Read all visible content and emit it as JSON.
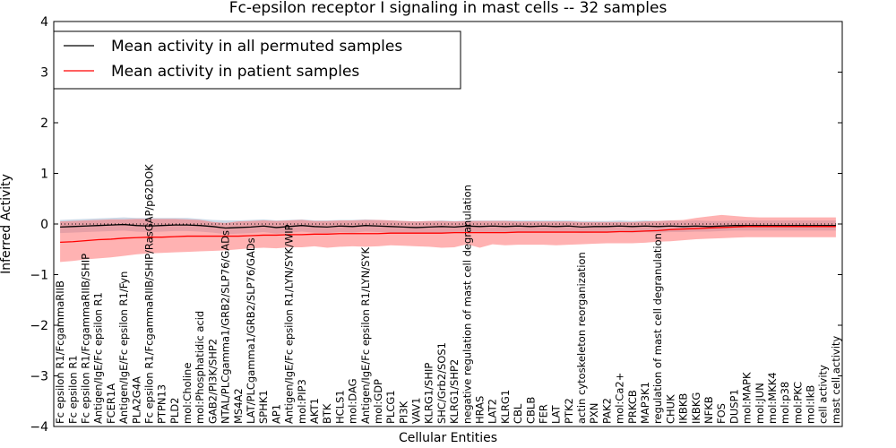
{
  "chart_data": {
    "type": "line",
    "title": "Fc-epsilon receptor I signaling in mast cells -- 32 samples",
    "xlabel": "Cellular Entities",
    "ylabel": "Inferred Activity",
    "ylim": [
      -4,
      4
    ],
    "yticks": [
      -4,
      -3,
      -2,
      -1,
      0,
      1,
      2,
      3,
      4
    ],
    "ytick_labels": [
      "−4",
      "−3",
      "−2",
      "−1",
      "0",
      "1",
      "2",
      "3",
      "4"
    ],
    "grid": false,
    "legend_position": "top-left",
    "reference_line": 0,
    "categories": [
      "Fc epsilon R1/FcgammaRIIB",
      "Fc epsilon R1",
      "Fc epsilon R1/FcgammaRIIB/SHIP",
      "Antigen/IgE/Fc epsilon R1",
      "FCER1A",
      "Antigen/IgE/Fc epsilon R1/Fyn",
      "PLA2G4A",
      "Fc epsilon R1/FcgammaRIIB/SHIP/RasGAP/p62DOK",
      "PTPN13",
      "PLD2",
      "mol:Choline",
      "mol:Phosphatidic acid",
      "GAB2/PI3K/SHP2",
      "NTAL/PLCgamma1/GRB2/SLP76/GADs",
      "MS4A2",
      "LAT/PLCgamma1/GRB2/SLP76/GADs",
      "SPHK1",
      "AP1",
      "Antigen/IgE/Fc epsilon R1/LYN/SYK/WIP",
      "mol:PIP3",
      "AKT1",
      "BTK",
      "HCLS1",
      "mol:DAG",
      "Antigen/IgE/Fc epsilon R1/LYN/SYK",
      "mol:GDP",
      "PLCG1",
      "PI3K",
      "VAV1",
      "KLRG1/SHIP",
      "SHC/Grb2/SOS1",
      "KLRG1/SHP2",
      "negative regulation of mast cell degranulation",
      "HRAS",
      "LAT2",
      "KLRG1",
      "CBL",
      "CBLB",
      "FER",
      "LAT",
      "PTK2",
      "actin cytoskeleton reorganization",
      "PXN",
      "PAK2",
      "mol:Ca2+",
      "PRKCB",
      "MAP3K1",
      "regulation of mast cell degranulation",
      "CHUK",
      "IKBKB",
      "IKBKG",
      "NFKB",
      "FOS",
      "DUSP1",
      "mol:MAPK",
      "mol:JUN",
      "mol:MKK4",
      "mol:p38",
      "mol:PKC",
      "mol:IkB",
      "cell activity",
      "mast cell activity"
    ],
    "series": [
      {
        "name": "Mean activity in all permuted samples",
        "color": "#000000",
        "values": [
          -0.06,
          -0.05,
          -0.04,
          -0.03,
          -0.02,
          -0.01,
          -0.03,
          -0.04,
          -0.03,
          -0.02,
          -0.02,
          -0.03,
          -0.05,
          -0.08,
          -0.07,
          -0.06,
          -0.04,
          -0.07,
          -0.05,
          -0.03,
          -0.05,
          -0.06,
          -0.04,
          -0.05,
          -0.03,
          -0.04,
          -0.05,
          -0.06,
          -0.07,
          -0.06,
          -0.05,
          -0.06,
          -0.04,
          -0.05,
          -0.04,
          -0.05,
          -0.04,
          -0.05,
          -0.04,
          -0.05,
          -0.04,
          -0.06,
          -0.05,
          -0.05,
          -0.04,
          -0.05,
          -0.04,
          -0.05,
          -0.04,
          -0.05,
          -0.04,
          -0.05,
          -0.04,
          -0.03,
          -0.03,
          -0.03,
          -0.03,
          -0.03,
          -0.03,
          -0.03,
          -0.03,
          -0.03
        ],
        "upper": [
          0.08,
          0.09,
          0.1,
          0.11,
          0.12,
          0.13,
          0.12,
          0.12,
          0.12,
          0.12,
          0.12,
          0.1,
          0.08,
          0.07,
          0.07,
          0.08,
          0.09,
          0.07,
          0.08,
          0.09,
          0.07,
          0.07,
          0.08,
          0.08,
          0.09,
          0.08,
          0.07,
          0.06,
          0.05,
          0.06,
          0.07,
          0.06,
          0.07,
          0.07,
          0.07,
          0.07,
          0.07,
          0.07,
          0.07,
          0.07,
          0.07,
          0.06,
          0.06,
          0.06,
          0.07,
          0.06,
          0.07,
          0.06,
          0.07,
          0.06,
          0.07,
          0.06,
          0.06,
          0.07,
          0.07,
          0.07,
          0.07,
          0.07,
          0.07,
          0.07,
          0.07,
          0.07
        ],
        "lower": [
          -0.18,
          -0.17,
          -0.16,
          -0.15,
          -0.14,
          -0.13,
          -0.15,
          -0.16,
          -0.15,
          -0.14,
          -0.14,
          -0.15,
          -0.17,
          -0.2,
          -0.19,
          -0.18,
          -0.16,
          -0.19,
          -0.17,
          -0.15,
          -0.17,
          -0.18,
          -0.16,
          -0.17,
          -0.15,
          -0.16,
          -0.17,
          -0.18,
          -0.19,
          -0.18,
          -0.17,
          -0.18,
          -0.16,
          -0.17,
          -0.16,
          -0.17,
          -0.16,
          -0.17,
          -0.16,
          -0.17,
          -0.16,
          -0.18,
          -0.17,
          -0.17,
          -0.16,
          -0.17,
          -0.16,
          -0.17,
          -0.16,
          -0.16,
          -0.15,
          -0.15,
          -0.14,
          -0.13,
          -0.13,
          -0.13,
          -0.13,
          -0.13,
          -0.13,
          -0.13,
          -0.13,
          -0.13
        ]
      },
      {
        "name": "Mean activity in patient samples",
        "color": "#ff0000",
        "values": [
          -0.36,
          -0.35,
          -0.33,
          -0.31,
          -0.3,
          -0.28,
          -0.27,
          -0.26,
          -0.26,
          -0.25,
          -0.24,
          -0.24,
          -0.24,
          -0.24,
          -0.24,
          -0.23,
          -0.22,
          -0.22,
          -0.21,
          -0.21,
          -0.2,
          -0.2,
          -0.19,
          -0.19,
          -0.19,
          -0.19,
          -0.18,
          -0.18,
          -0.18,
          -0.18,
          -0.18,
          -0.17,
          -0.17,
          -0.17,
          -0.17,
          -0.17,
          -0.16,
          -0.16,
          -0.16,
          -0.16,
          -0.16,
          -0.16,
          -0.16,
          -0.16,
          -0.15,
          -0.15,
          -0.14,
          -0.13,
          -0.11,
          -0.1,
          -0.09,
          -0.08,
          -0.07,
          -0.06,
          -0.05,
          -0.05,
          -0.05,
          -0.05,
          -0.05,
          -0.05,
          -0.05,
          -0.05
        ],
        "upper": [
          0.05,
          0.06,
          0.07,
          0.08,
          0.09,
          0.09,
          0.1,
          0.1,
          0.1,
          0.1,
          0.09,
          0.08,
          0.04,
          0.02,
          0.05,
          0.06,
          0.07,
          0.06,
          0.07,
          0.08,
          0.06,
          0.06,
          0.07,
          0.07,
          0.08,
          0.08,
          0.07,
          0.06,
          0.05,
          0.06,
          0.06,
          0.05,
          0.06,
          0.06,
          0.06,
          0.06,
          0.05,
          0.05,
          0.05,
          0.05,
          0.05,
          0.04,
          0.04,
          0.04,
          0.04,
          0.04,
          0.05,
          0.06,
          0.07,
          0.08,
          0.12,
          0.15,
          0.18,
          0.16,
          0.14,
          0.13,
          0.13,
          0.13,
          0.13,
          0.13,
          0.13,
          0.13
        ],
        "lower": [
          -0.75,
          -0.73,
          -0.7,
          -0.68,
          -0.66,
          -0.63,
          -0.6,
          -0.58,
          -0.57,
          -0.56,
          -0.55,
          -0.54,
          -0.53,
          -0.52,
          -0.5,
          -0.48,
          -0.47,
          -0.48,
          -0.46,
          -0.46,
          -0.44,
          -0.47,
          -0.45,
          -0.44,
          -0.45,
          -0.44,
          -0.42,
          -0.43,
          -0.44,
          -0.45,
          -0.47,
          -0.46,
          -0.4,
          -0.47,
          -0.4,
          -0.42,
          -0.41,
          -0.41,
          -0.41,
          -0.42,
          -0.41,
          -0.4,
          -0.39,
          -0.38,
          -0.38,
          -0.38,
          -0.37,
          -0.35,
          -0.34,
          -0.32,
          -0.3,
          -0.29,
          -0.28,
          -0.27,
          -0.26,
          -0.26,
          -0.26,
          -0.26,
          -0.26,
          -0.26,
          -0.26,
          -0.26
        ]
      }
    ]
  }
}
